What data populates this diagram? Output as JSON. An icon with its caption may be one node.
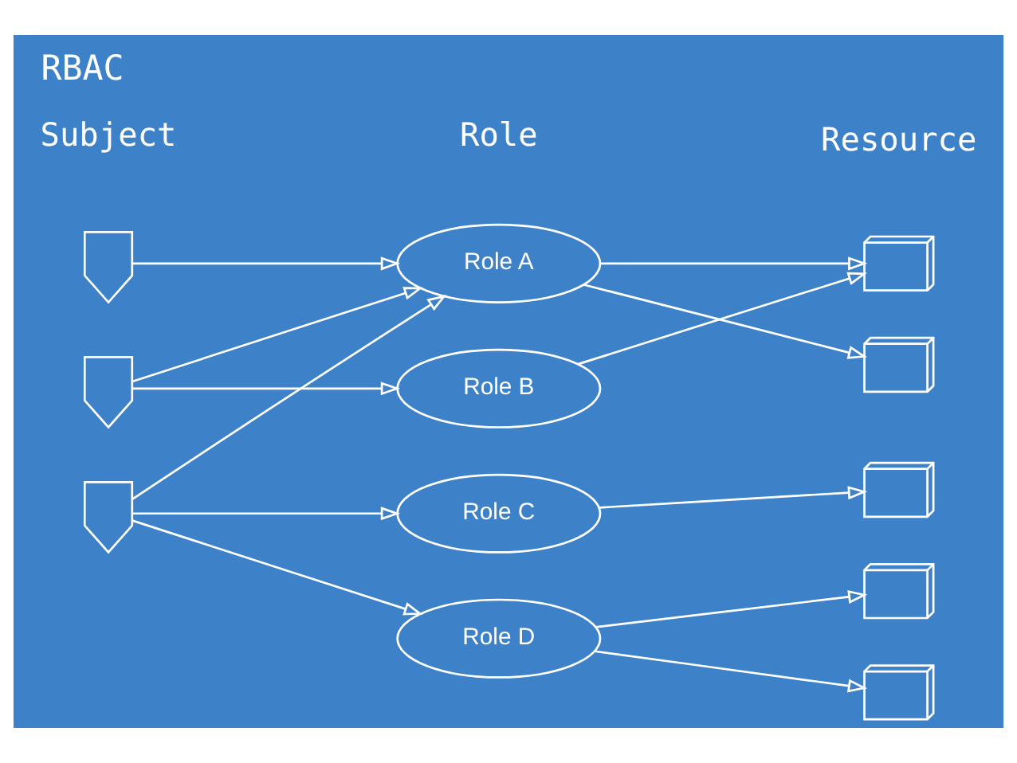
{
  "diagram": {
    "title": "RBAC",
    "nodes": [
      {
        "text": [],
        "shape": "person"
      },
      {
        "text": [],
        "shape": "person"
      },
      {
        "text": [],
        "shape": "person"
      },
      {
        "text": [
          "Role A"
        ]
      },
      {
        "text": [
          "Role B"
        ]
      },
      {
        "text": [
          "Role C"
        ]
      },
      {
        "text": [
          "Role D"
        ]
      },
      {
        "text": [],
        "shape": "monitor"
      },
      {
        "text": [],
        "shape": "monitor"
      },
      {
        "text": [],
        "shape": "monitor"
      },
      {
        "text": [],
        "shape": "monitor"
      },
      {
        "text": [],
        "shape": "monitor"
      }
    ],
    "edges": [
      {
        "from": 0,
        "to": 3,
        "arrow": "to"
      },
      {
        "from": 1,
        "to": 3,
        "arrow": "to"
      },
      {
        "from": 1,
        "to": 4,
        "arrow": "to"
      },
      {
        "from": 2,
        "to": 3,
        "arrow": "to"
      },
      {
        "from": 2,
        "to": 5,
        "arrow": "to"
      },
      {
        "from": 2,
        "to": 6,
        "arrow": "to"
      },
      {
        "from": 3,
        "to": 7,
        "arrow": "to"
      },
      {
        "from": 3,
        "to": 8,
        "arrow": "to"
      },
      {
        "from": 4,
        "to": 7,
        "arrow": "to"
      },
      {
        "from": 5,
        "to": 9,
        "arrow": "to"
      },
      {
        "from": 6,
        "to": 10,
        "arrow": "to"
      },
      {
        "from": 6,
        "to": 11,
        "arrow": "to"
      }
    ],
    "labels": [
      "Subject",
      "Role",
      "Resource"
    ]
  }
}
